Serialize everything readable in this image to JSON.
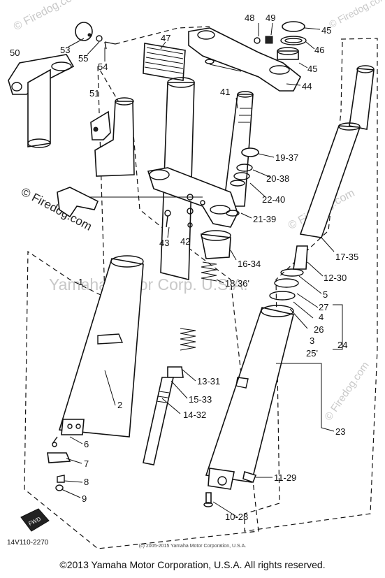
{
  "watermarks": {
    "site_tl": "© Firedog.com",
    "site_tr": "© Firedog.com",
    "site_ml": "© Firedog.com",
    "site_mr": "© Firedog.com",
    "site_br": "© Firedog.com",
    "center": "Yamaha Motor Corp. U.S.A."
  },
  "diagram_code": "14V110-2270",
  "small_copyright": "(c) 2005-2015 Yamaha Motor Corporation, U.S.A.",
  "footer": "©2013 Yamaha Motor Corporation, U.S.A. All rights reserved.",
  "labels": {
    "l48": "48",
    "l49": "49",
    "l45a": "45",
    "l46": "46",
    "l45b": "45",
    "l44": "44",
    "l47": "47",
    "l53": "53",
    "l55": "55",
    "l54": "54",
    "l50": "50",
    "l51": "51",
    "l41": "41",
    "l1937": "19-37",
    "l2038": "20-38",
    "l2240": "22-40",
    "l2139": "21-39",
    "l43": "43",
    "l42": "42",
    "l1634": "16-34",
    "l1836": "18 36'",
    "l1735": "17-35",
    "l1230": "12-30",
    "l5": "5",
    "l27": "27",
    "l4": "4",
    "l26": "26",
    "l3": "3",
    "l25": "25'",
    "l24": "24",
    "l1331": "13-31",
    "l1533": "15-33",
    "l1432": "14-32",
    "l2": "2",
    "l6": "6",
    "l7": "7",
    "l8": "8",
    "l9": "9",
    "l23": "23",
    "l1129": "11-29",
    "l1028": "10-28",
    "fwd": "FWD",
    "l1": "1"
  }
}
